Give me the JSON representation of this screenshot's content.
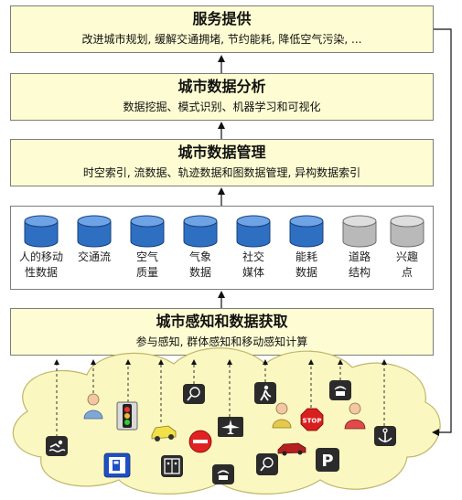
{
  "layers": {
    "services": {
      "title": "服务提供",
      "subtitle": "改进城市规划, 缓解交通拥堵, 节约能耗, 降低空气污染, ..."
    },
    "analysis": {
      "title": "城市数据分析",
      "subtitle": "数据挖掘、模式识别、机器学习和可视化"
    },
    "management": {
      "title": "城市数据管理",
      "subtitle": "时空索引, 流数据、轨迹数据和图数据管理, 异构数据索引"
    },
    "acquisition": {
      "title": "城市感知和数据获取",
      "subtitle": "参与感知, 群体感知和移动感知计算"
    }
  },
  "sources": [
    {
      "line1": "人的移动",
      "line2": "性数据",
      "color": "blue"
    },
    {
      "line1": "交通流",
      "line2": "",
      "color": "blue"
    },
    {
      "line1": "空气",
      "line2": "质量",
      "color": "blue"
    },
    {
      "line1": "气象",
      "line2": "数据",
      "color": "blue"
    },
    {
      "line1": "社交",
      "line2": "媒体",
      "color": "blue"
    },
    {
      "line1": "能耗",
      "line2": "数据",
      "color": "blue"
    },
    {
      "line1": "道路",
      "line2": "结构",
      "color": "gray"
    },
    {
      "line1": "兴趣",
      "line2": "点",
      "color": "gray"
    }
  ],
  "sensor_icons": [
    "swimmer-icon",
    "person-icon",
    "traffic-light-icon",
    "taxi-icon",
    "gas-station-icon",
    "tennis-icon",
    "no-entry-icon",
    "elevator-icon",
    "airplane-icon",
    "signal-icon",
    "pedestrian-icon",
    "person-icon",
    "tennis-icon",
    "stop-sign-icon",
    "car-icon",
    "signal-icon",
    "person-icon",
    "parking-icon",
    "anchor-icon"
  ],
  "colors": {
    "layer_fill": "#fdfcd2",
    "cloud_fill": "#fbf7c0",
    "cylinder_blue": "#2e6fc2",
    "cylinder_gray": "#b9b9b9"
  },
  "stop_text": "STOP",
  "parking_text": "P"
}
